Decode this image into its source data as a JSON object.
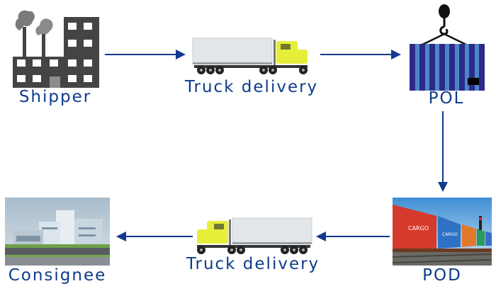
{
  "title": "Shipping flow",
  "colors": {
    "label": "#0e3b8c",
    "arrow": "#12398f",
    "factory": "#444444",
    "smoke": "#808080",
    "container_dark": "#2b2a8a",
    "container_light": "#4d86c4",
    "truck_cab": "#e6ee3a",
    "trailer": "#e3e6e8"
  },
  "nodes": [
    {
      "id": "shipper",
      "label": "Shipper",
      "icon": "factory-icon"
    },
    {
      "id": "truck1",
      "label": "Truck delivery",
      "icon": "truck-icon"
    },
    {
      "id": "pol",
      "label": "POL",
      "icon": "hanging-container-icon"
    },
    {
      "id": "pod",
      "label": "POD",
      "icon": "cargo-train-photo"
    },
    {
      "id": "truck2",
      "label": "Truck delivery",
      "icon": "truck-icon"
    },
    {
      "id": "consignee",
      "label": "Consignee",
      "icon": "building-photo"
    }
  ],
  "edges": [
    {
      "from": "shipper",
      "to": "truck1",
      "direction": "right"
    },
    {
      "from": "truck1",
      "to": "pol",
      "direction": "right"
    },
    {
      "from": "pol",
      "to": "pod",
      "direction": "down"
    },
    {
      "from": "pod",
      "to": "truck2",
      "direction": "left"
    },
    {
      "from": "truck2",
      "to": "consignee",
      "direction": "left"
    }
  ],
  "cargo_text": "CARGO"
}
